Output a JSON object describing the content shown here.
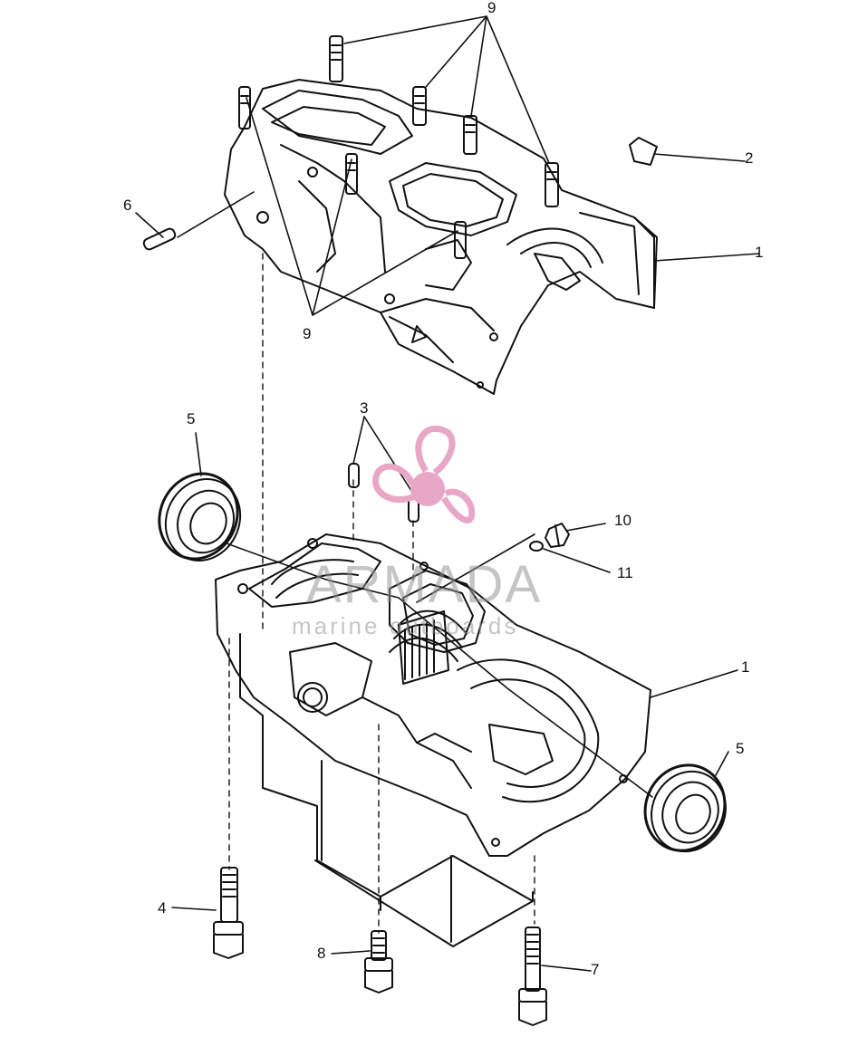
{
  "callouts": {
    "top_9": "9",
    "bottom_9": "9",
    "c2": "2",
    "c1_upper": "1",
    "c6": "6",
    "c3": "3",
    "c5_left": "5",
    "c10": "10",
    "c11": "11",
    "c1_lower": "1",
    "c5_right": "5",
    "c4": "4",
    "c8": "8",
    "c7": "7"
  },
  "watermark": {
    "title": "ARMADA",
    "subtitle": "marine outboards",
    "logo_color": "#e8a7c6"
  },
  "colors": {
    "line": "#111111",
    "paper": "#ffffff"
  }
}
